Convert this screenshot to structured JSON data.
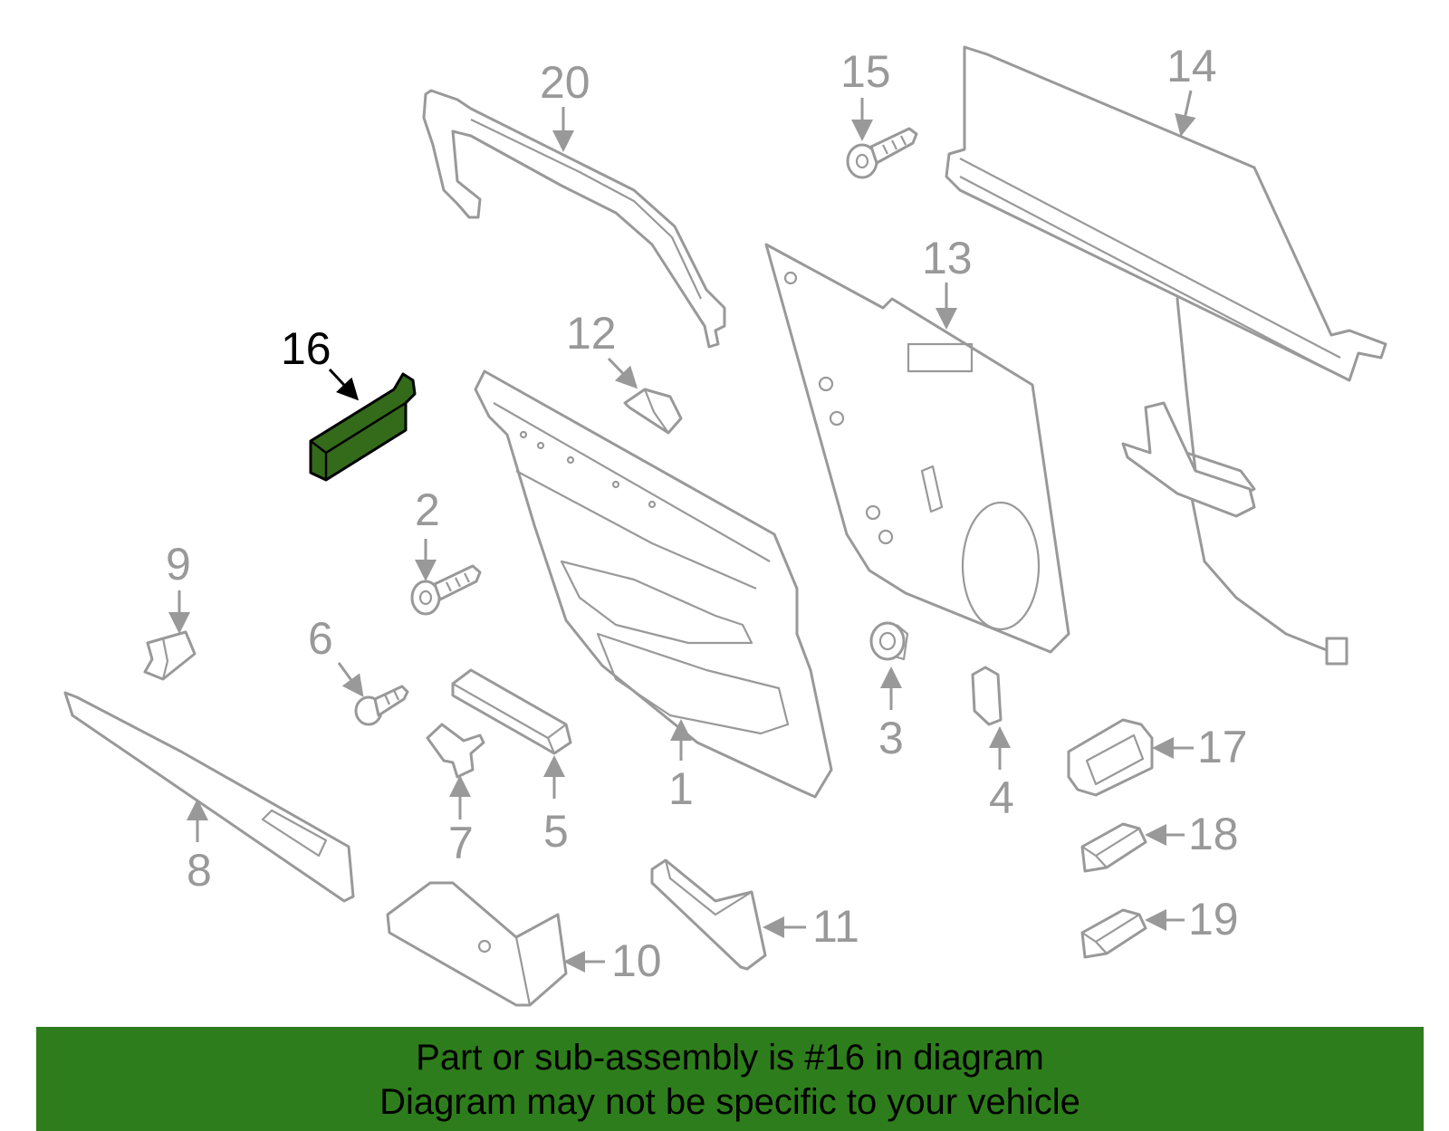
{
  "diagram": {
    "highlighted_part": "16",
    "highlight_color": "#336b1b",
    "line_color": "#999999",
    "callouts": [
      "1",
      "2",
      "3",
      "4",
      "5",
      "6",
      "7",
      "8",
      "9",
      "10",
      "11",
      "12",
      "13",
      "14",
      "15",
      "16",
      "17",
      "18",
      "19",
      "20"
    ]
  },
  "banner": {
    "background": "#2e7d1c",
    "line1": "Part or sub-assembly is #16 in diagram",
    "line2": "Diagram may not be specific to your vehicle"
  }
}
